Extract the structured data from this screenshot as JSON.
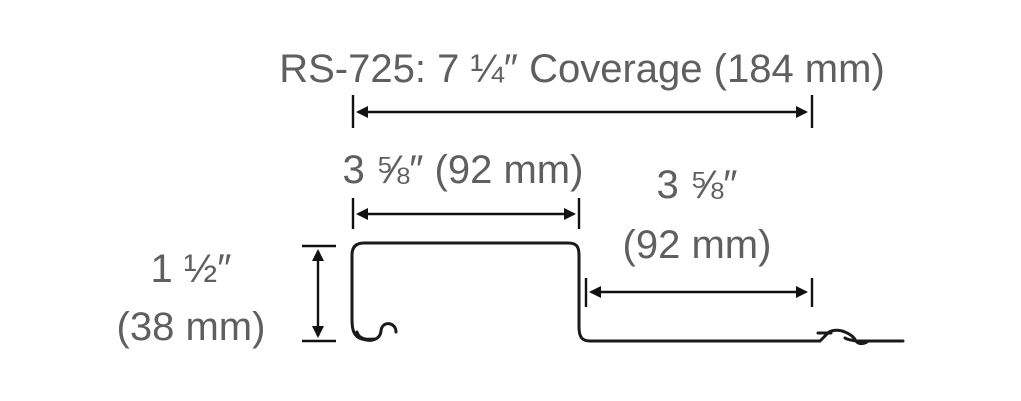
{
  "diagram": {
    "coverage_label": "RS-725: 7 ¼″ Coverage (184 mm)",
    "left_width_label": "3 ⅝″ (92 mm)",
    "right_width_label_line1": "3 ⅝″",
    "right_width_label_line2": "(92 mm)",
    "height_label_line1": "1 ½″",
    "height_label_line2": "(38 mm)",
    "line_color": "#1a1a1a",
    "text_color": "#5f5f5f"
  }
}
